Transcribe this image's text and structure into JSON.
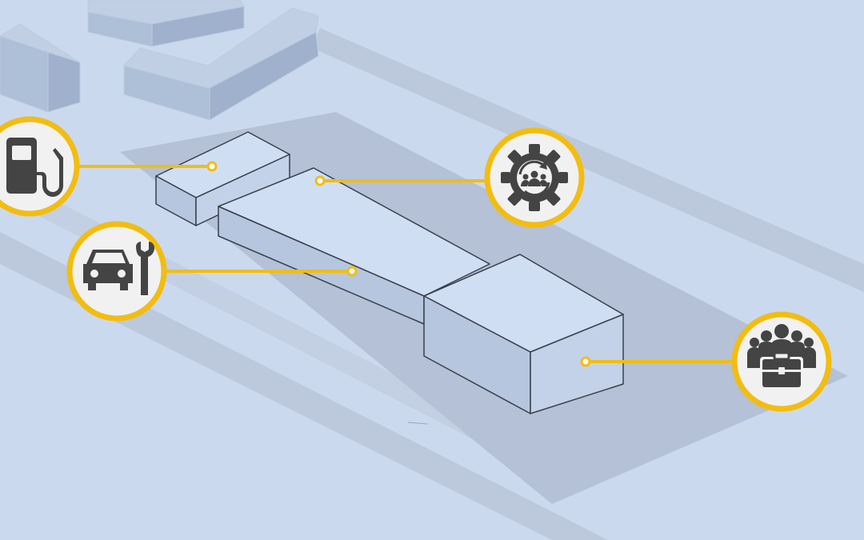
{
  "diagram": {
    "colors": {
      "background": "#cbd9ef",
      "road": "#bcc9dd",
      "site": "#b4c1d6",
      "building_top": "#d0def4",
      "building_side": "#b6c6df",
      "building_side_dark": "#a9b9d2",
      "building_edge": "#3a3f4a",
      "accent": "#f2bd12",
      "icon_fill": "#444444",
      "icon_bg": "#f1f1f1"
    },
    "callouts": [
      {
        "id": "fuel",
        "icon": "fuel-pump-icon"
      },
      {
        "id": "workshop",
        "icon": "car-repair-icon"
      },
      {
        "id": "operations",
        "icon": "gear-team-cycle-icon"
      },
      {
        "id": "offices",
        "icon": "team-briefcase-icon"
      }
    ]
  }
}
